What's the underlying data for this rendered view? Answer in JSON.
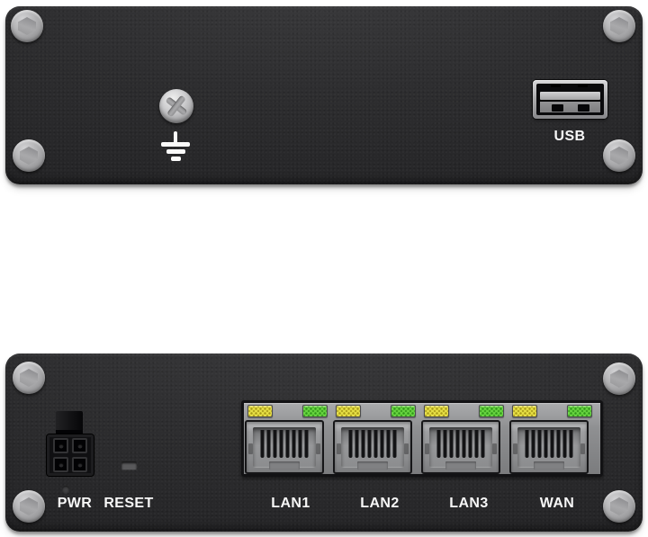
{
  "device": {
    "description": "Industrial router enclosure, front and rear metal panels",
    "panel_color": "#2d2d2f",
    "label_color": "#f7f7f7"
  },
  "top_panel": {
    "grounding_point": {
      "symbol": "earth-ground"
    },
    "usb": {
      "label": "USB"
    }
  },
  "bottom_panel": {
    "power": {
      "label": "PWR",
      "connector": "4-pin"
    },
    "reset": {
      "label": "RESET"
    },
    "ethernet": {
      "led_colors": {
        "left": "#e6df45",
        "right": "#67d440"
      },
      "ports": [
        {
          "label": "LAN1",
          "leds": [
            "yellow",
            "green"
          ]
        },
        {
          "label": "LAN2",
          "leds": [
            "yellow",
            "green"
          ]
        },
        {
          "label": "LAN3",
          "leds": [
            "yellow",
            "green"
          ]
        },
        {
          "label": "WAN",
          "leds": [
            "yellow",
            "green"
          ]
        }
      ]
    }
  }
}
